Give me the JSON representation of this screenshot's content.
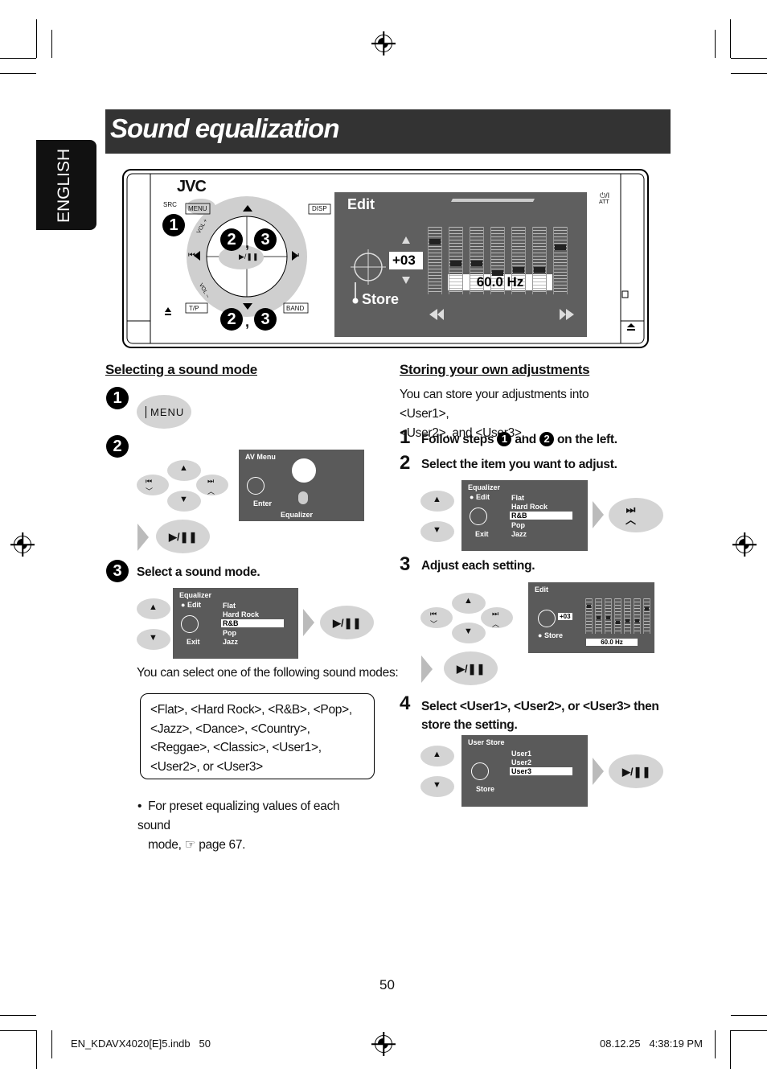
{
  "page": {
    "title": "Sound equalization",
    "language_tab": "ENGLISH",
    "page_number": "50",
    "footer_left": "EN_KDAVX4020[E]5.indb   50",
    "footer_right": "08.12.25   4:38:19 PM"
  },
  "device": {
    "brand": "JVC",
    "buttons": {
      "src": "SRC",
      "menu": "MENU",
      "disp": "DISP",
      "tp": "T/P",
      "band": "BAND",
      "att": "ATT",
      "vol_plus": "VOL +",
      "vol_minus": "VOL –"
    },
    "screen": {
      "title": "Edit",
      "value": "+03",
      "store": "Store",
      "freq": "60.0 Hz",
      "levels": [
        0.8,
        0.45,
        0.45,
        0.3,
        0.35,
        0.35,
        0.72
      ]
    },
    "callouts": {
      "one": "1",
      "two": "2",
      "three": "3"
    }
  },
  "left_section": {
    "heading": "Selecting a sound mode",
    "step1_num": "1",
    "menu_button": "MENU",
    "step2_num": "2",
    "av_menu": {
      "title": "AV Menu",
      "enter": "Enter",
      "label": "Equalizer"
    },
    "step3_num": "3",
    "step3_text": "Select a sound mode.",
    "eq_screen": {
      "title": "Equalizer",
      "edit": "Edit",
      "exit": "Exit",
      "items": [
        "Flat",
        "Hard Rock",
        "R&B",
        "Pop",
        "Jazz"
      ],
      "selected": "R&B"
    },
    "modes_intro": "You can select one of the following sound modes:",
    "modes_list": "<Flat>, <Hard Rock>, <R&B>, <Pop>, <Jazz>, <Dance>, <Country>, <Reggae>, <Classic>, <User1>, <User2>, or <User3>",
    "bullet_text_1": "For preset equalizing values of each sound",
    "bullet_text_2": "mode,",
    "bullet_page_ref": "page 67."
  },
  "right_section": {
    "heading": "Storing your own adjustments",
    "intro_1": "You can store your adjustments into <User1>,",
    "intro_2": "<User2>, and <User3>.",
    "step1_num": "1",
    "step1_a": "Follow steps",
    "step1_b": "and",
    "step1_c": "on the left.",
    "step2_num": "2",
    "step2_text": "Select the item you want to adjust.",
    "step3_num": "3",
    "step3_text": "Adjust each setting.",
    "edit_screen": {
      "title": "Edit",
      "value": "+03",
      "store": "Store",
      "freq": "60.0 Hz"
    },
    "step4_num": "4",
    "step4_text_1": "Select <User1>, <User2>, or <User3> then",
    "step4_text_2": "store the setting.",
    "user_screen": {
      "title": "User Store",
      "store": "Store",
      "items": [
        "User1",
        "User2",
        "User3"
      ],
      "selected": "User3"
    }
  }
}
